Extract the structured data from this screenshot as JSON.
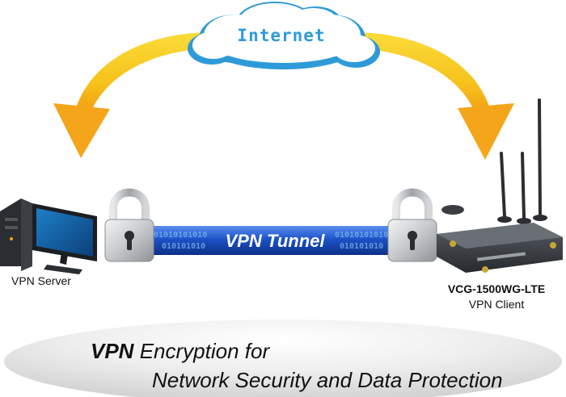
{
  "cloud": {
    "label": "Internet"
  },
  "tunnel": {
    "label": "VPN Tunnel",
    "binary_top": "01010101010",
    "binary_bottom": "010101010"
  },
  "server": {
    "caption": "VPN Server"
  },
  "router": {
    "model": "VCG-1500WG-LTE",
    "role": "VPN Client"
  },
  "headline": {
    "emphasis": "VPN",
    "line1_rest": " Encryption for",
    "line2": "Network Security and Data Protection"
  },
  "colors": {
    "arrow_yellow": "#f6c21b",
    "arrow_orange": "#f29a12",
    "cloud_blue": "#2e9bd8",
    "tunnel_blue": "#1c53c8",
    "lock_gray": "#b9bcc0"
  }
}
